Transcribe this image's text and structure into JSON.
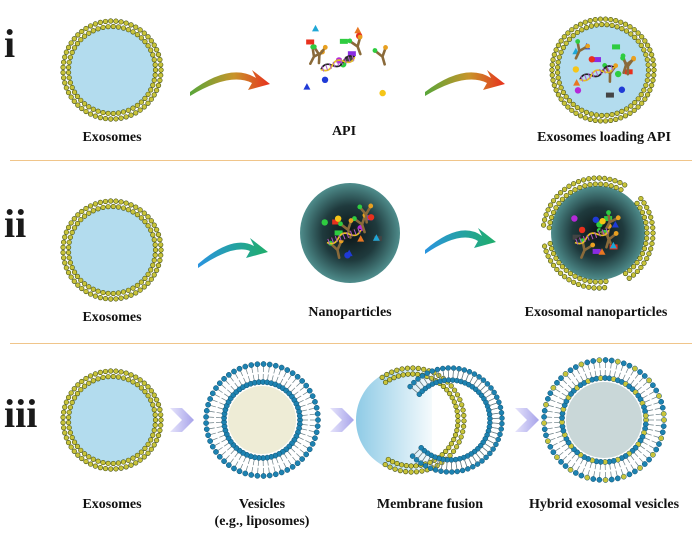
{
  "rows": [
    {
      "roman": "i",
      "labels": [
        "Exosomes",
        "API",
        "Exosomes loading API"
      ]
    },
    {
      "roman": "ii",
      "labels": [
        "Exosomes",
        "Nanoparticles",
        "Exosomal nanoparticles"
      ]
    },
    {
      "roman": "iii",
      "labels": [
        "Exosomes",
        "Vesicles",
        "(e.g., liposomes)",
        "Membrane fusion",
        "Hybrid exosomal vesicles"
      ]
    }
  ],
  "colors": {
    "exosome_fill": "#b3dcee",
    "lipid_head": "#c9c43a",
    "lipid_head_stroke": "#3e4a10",
    "vesicle_head": "#1d82b1",
    "vesicle_core": "#eeecd6",
    "hybrid_core": "#c9d7d8",
    "divider": "#f0c58a",
    "arrow_red": "#e8301d",
    "arrow_green": "#58a63a",
    "arrow_blue": "#2a94e0",
    "chevron": "#b9b6f0"
  }
}
